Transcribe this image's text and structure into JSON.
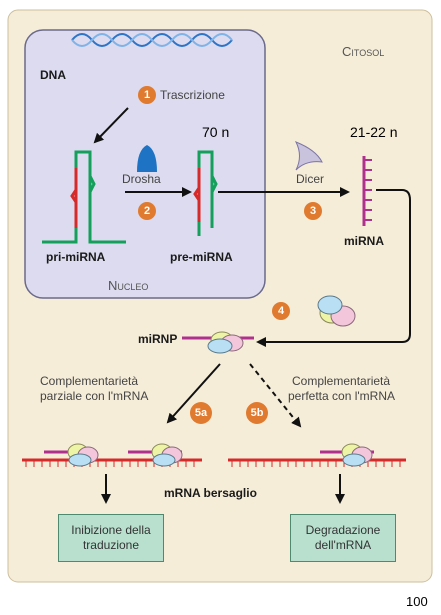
{
  "labels": {
    "cytosol": "Citosol",
    "nucleus": "Nucleo",
    "dna": "DNA",
    "transcription": "Trascrizione",
    "drosha": "Drosha",
    "dicer": "Dicer",
    "pri_mirna": "pri-miRNA",
    "pre_mirna": "pre-miRNA",
    "mirna": "miRNA",
    "mirnp": "miRNP",
    "length_pre": "70 n",
    "length_mature": "21-22 n",
    "partial_line1": "Complementarietà",
    "partial_line2": "parziale con l'mRNA",
    "perfect_line1": "Complementarietà",
    "perfect_line2": "perfetta con l'mRNA",
    "target_mrna": "mRNA bersaglio",
    "inhibition_line1": "Inibizione della",
    "inhibition_line2": "traduzione",
    "degradation_line1": "Degradazione",
    "degradation_line2": "dell'mRNA",
    "page_number": "100"
  },
  "steps": {
    "s1": "1",
    "s2": "2",
    "s3": "3",
    "s4": "4",
    "s5a": "5a",
    "s5b": "5b"
  },
  "colors": {
    "background": "#f6edd9",
    "nucleus_fill": "#dcdbef",
    "step_badge": "#e07a2e",
    "rna_green": "#14a05a",
    "rna_red": "#d62a2a",
    "mirna_purple": "#b0308f",
    "outcome_box": "#b9e0cf"
  }
}
